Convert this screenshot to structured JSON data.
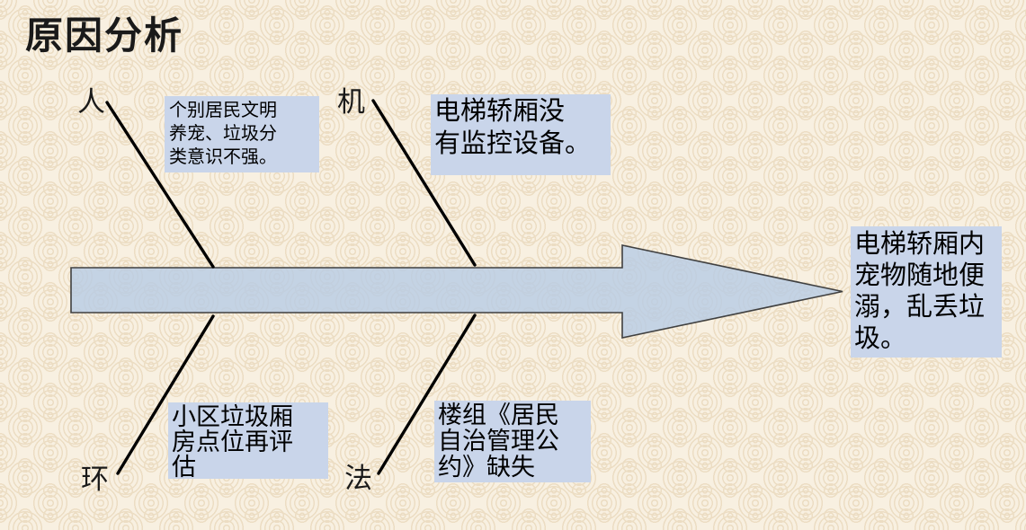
{
  "slide": {
    "title": "原因分析"
  },
  "colors": {
    "background": "#f8f0e1",
    "pattern": "#ecddc3",
    "shape_fill": "#b8cce4",
    "shape_outline": "#404040",
    "box_bg": "#c9d5ea",
    "line": "#000000",
    "text": "#1a1a1a"
  },
  "diagram": {
    "type": "fishbone-cause-effect",
    "effect": {
      "text": "电梯轿厢内\n宠物随地便\n溺，乱丢垃\n圾。"
    },
    "branches": [
      {
        "position": "top-left",
        "label": "人",
        "cause": "个别居民文明\n养宠、垃圾分\n类意识不强。"
      },
      {
        "position": "top-right",
        "label": "机",
        "cause": "电梯轿厢没\n有监控设备。"
      },
      {
        "position": "bottom-left",
        "label": "环",
        "cause": "小区垃圾厢\n房点位再评\n估"
      },
      {
        "position": "bottom-right",
        "label": "法",
        "cause": "楼组《居民\n自治管理公\n约》缺失"
      }
    ]
  }
}
